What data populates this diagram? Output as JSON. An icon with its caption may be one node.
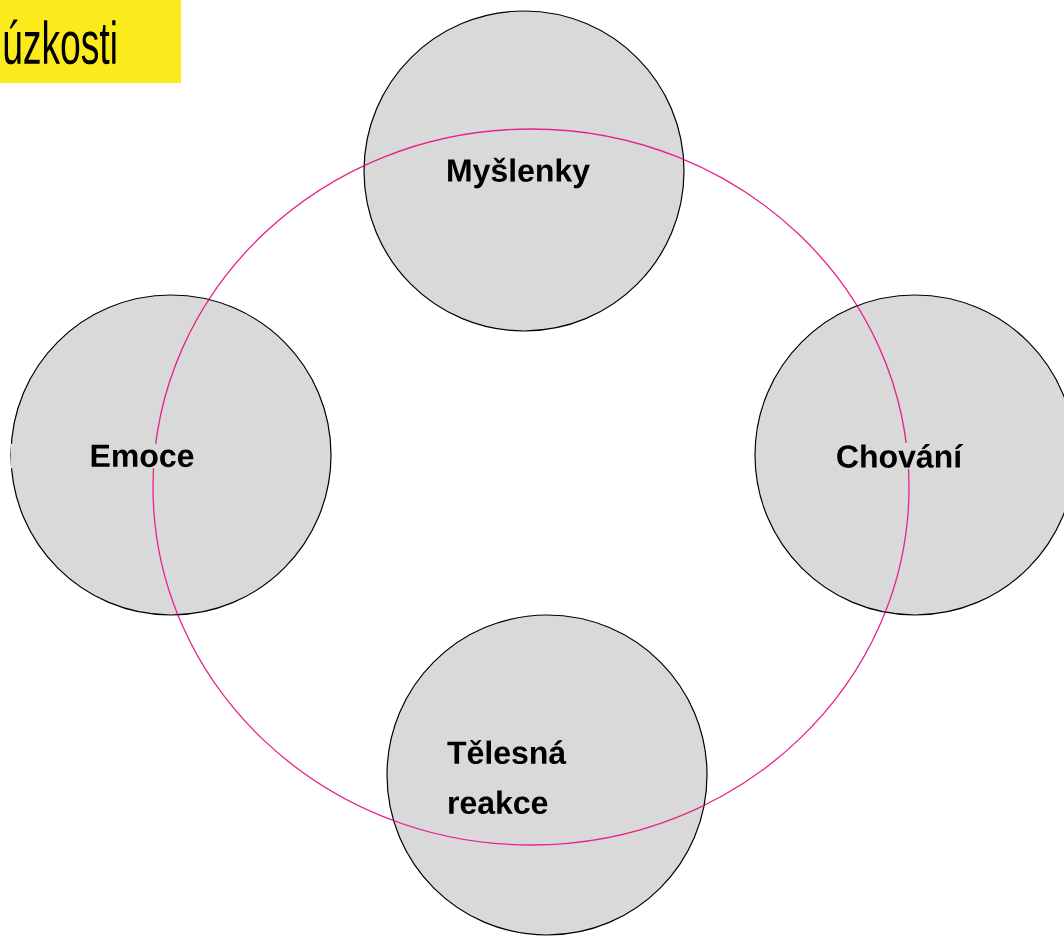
{
  "diagram": {
    "title": "úzkosti",
    "nodes": [
      {
        "text": [
          "Myšlenky"
        ]
      },
      {
        "text": [
          "Emoce"
        ]
      },
      {
        "text": [
          "Chování"
        ]
      },
      {
        "text": [
          "Tělesná reakce"
        ]
      }
    ],
    "edges": []
  }
}
